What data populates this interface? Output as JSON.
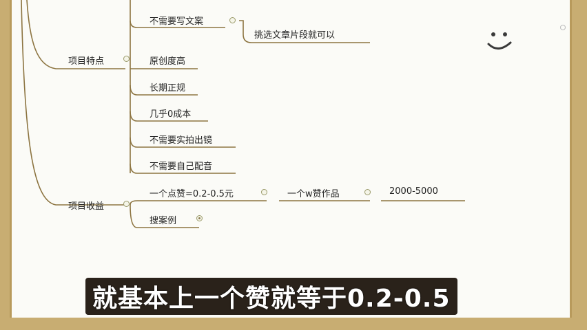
{
  "mindmap": {
    "branches": [
      {
        "label": "项目特点",
        "children": [
          {
            "label": "不需要写文案",
            "children": [
              {
                "label": "挑选文章片段就可以"
              }
            ]
          },
          {
            "label": "原创度高"
          },
          {
            "label": "长期正规"
          },
          {
            "label": "几乎0成本"
          },
          {
            "label": "不需要实拍出镜"
          },
          {
            "label": "不需要自己配音"
          }
        ]
      },
      {
        "label": "项目收益",
        "children": [
          {
            "label": "一个点赞=0.2-0.5元",
            "children": [
              {
                "label": "一个w赞作品",
                "children": [
                  {
                    "label": "2000-5000"
                  }
                ]
              }
            ]
          },
          {
            "label": "搜案例"
          }
        ]
      }
    ]
  },
  "subtitle": "就基本上一个赞就等于0.2-0.5",
  "colors": {
    "frame_border": "#b89a5c",
    "outer_background": "#c8ad72",
    "connector_line": "#8c7440",
    "canvas_background": "#fbfbf7"
  }
}
